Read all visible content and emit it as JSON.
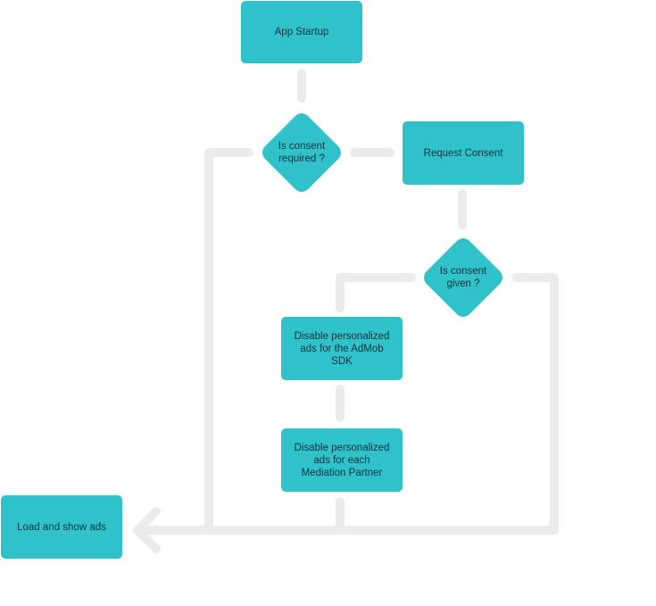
{
  "nodes": {
    "app_startup": "App Startup",
    "consent_required": "Is consent\nrequired ?",
    "request_consent": "Request Consent",
    "consent_given": "Is consent\ngiven ?",
    "disable_admob": "Disable personalized\nads for the AdMob SDK",
    "disable_mediation": "Disable personalized\nads for each\nMediation Partner",
    "load_show_ads": "Load and show ads"
  },
  "colors": {
    "node_fill": "#30c2cb",
    "connector": "#ebebeb",
    "text": "#14333a"
  }
}
